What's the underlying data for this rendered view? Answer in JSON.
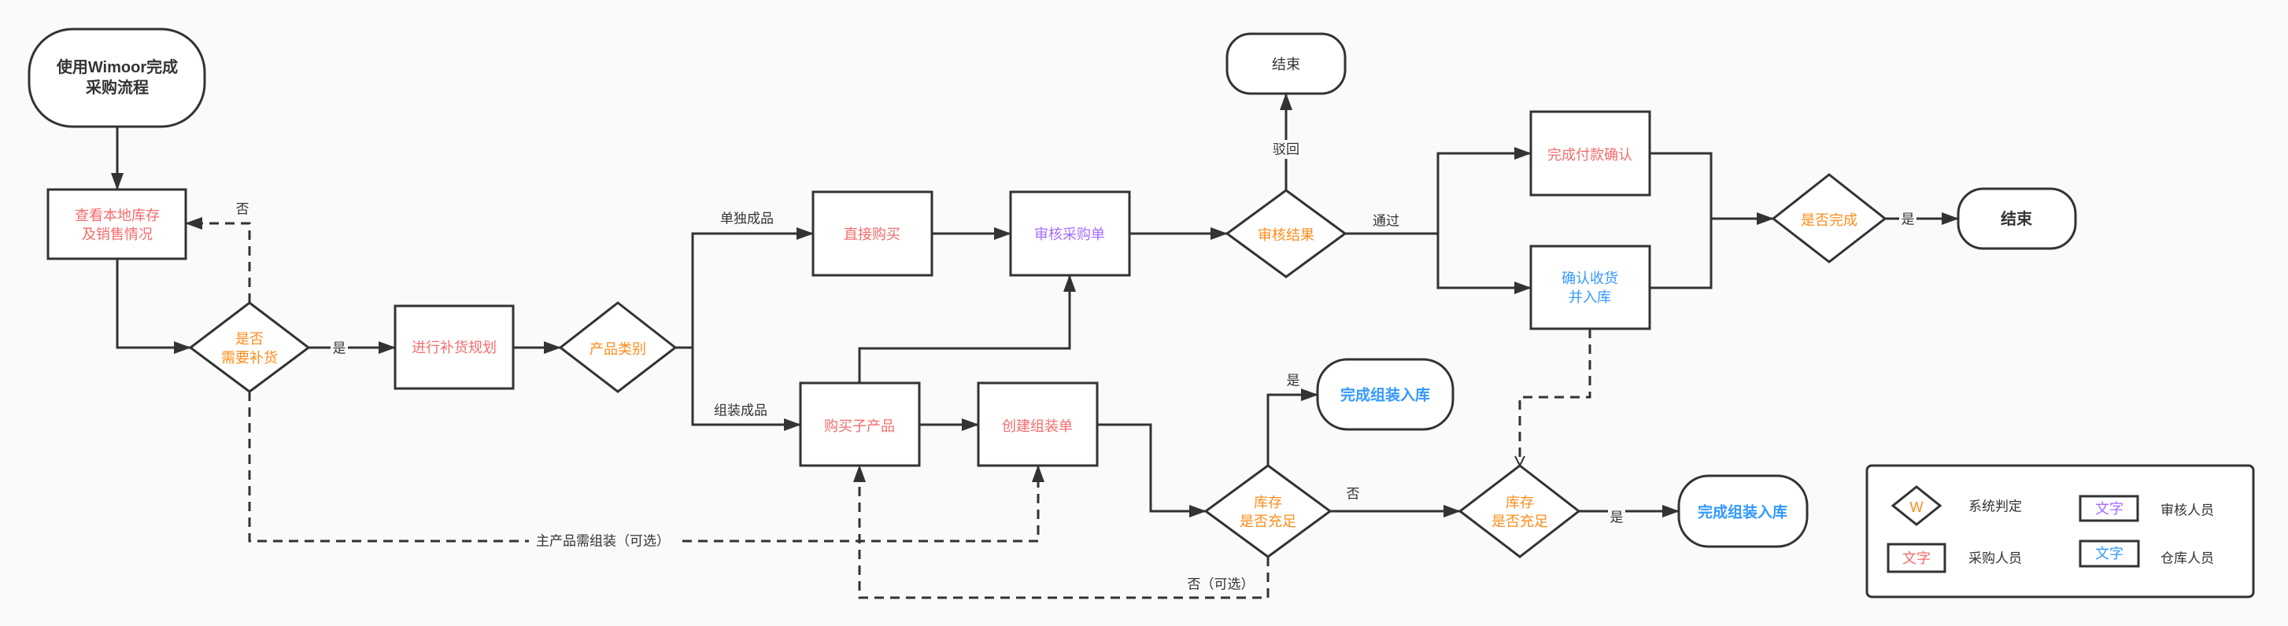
{
  "colors": {
    "background": "#fafafa",
    "stroke": "#333333",
    "purchaser": "#f56c6c",
    "system": "#ff8c1a",
    "reviewer": "#a66cff",
    "warehouse": "#3399ff"
  },
  "nodes": {
    "start": [
      "使用Wimoor完成",
      "采购流程"
    ],
    "check_stock": [
      "查看本地库存",
      "及销售情况"
    ],
    "need_restock": [
      "是否",
      "需要补货"
    ],
    "restock_plan": "进行补货规划",
    "product_type": "产品类别",
    "direct_buy": "直接购买",
    "review_po": "审核采购单",
    "review_result": "审核结果",
    "end_rejected": "结束",
    "confirm_payment": "完成付款确认",
    "confirm_receipt": [
      "确认收货",
      "并入库"
    ],
    "is_complete": "是否完成",
    "end": "结束",
    "buy_sub_products": "购买子产品",
    "create_assembly": "创建组装单",
    "stock_sufficient_1": [
      "库存",
      "是否充足"
    ],
    "assembly_done_1": "完成组装入库",
    "stock_sufficient_2": [
      "库存",
      "是否充足"
    ],
    "assembly_done_2": "完成组装入库"
  },
  "edges": {
    "no_1": "否",
    "yes_1": "是",
    "single_product": "单独成品",
    "assembled_product": "组装成品",
    "rejected": "驳回",
    "approved": "通过",
    "yes_complete": "是",
    "main_needs_assembly": "主产品需组装（可选）",
    "yes_stock_1": "是",
    "no_stock_1": "否",
    "no_optional": "否（可选）",
    "yes_stock_2": "是"
  },
  "legend": {
    "system_symbol": "W",
    "system_label": "系统判定",
    "reviewer_symbol": "文字",
    "reviewer_label": "审核人员",
    "purchaser_symbol": "文字",
    "purchaser_label": "采购人员",
    "warehouse_symbol": "文字",
    "warehouse_label": "仓库人员"
  }
}
